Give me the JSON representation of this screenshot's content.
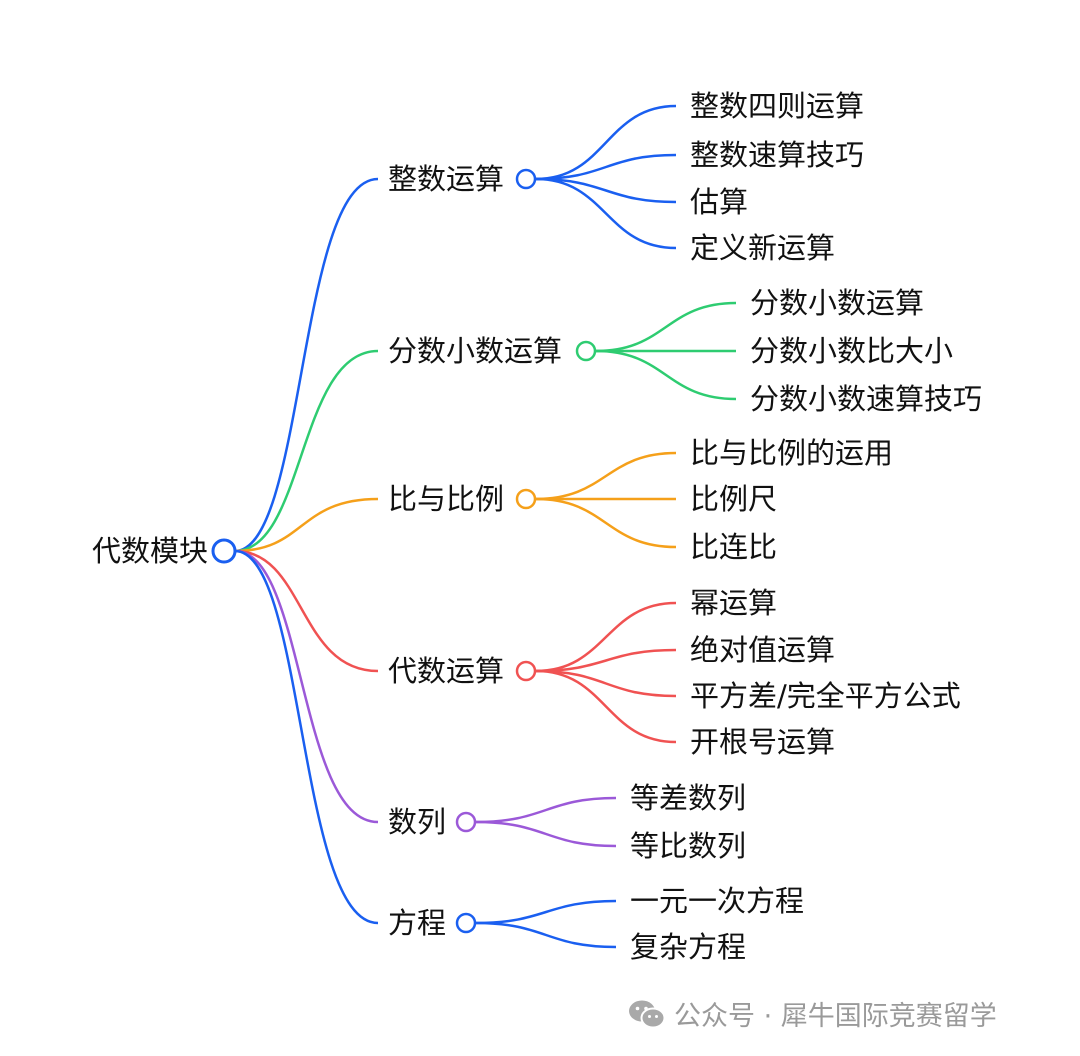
{
  "mindmap": {
    "root": {
      "label": "代数模块",
      "color": "#1a5ff0"
    },
    "branches": [
      {
        "label": "整数运算",
        "color": "#1a5ff0",
        "children": [
          "整数四则运算",
          "整数速算技巧",
          "估算",
          "定义新运算"
        ]
      },
      {
        "label": "分数小数运算",
        "color": "#2ecc71",
        "children": [
          "分数小数运算",
          "分数小数比大小",
          "分数小数速算技巧"
        ]
      },
      {
        "label": "比与比例",
        "color": "#f5a01a",
        "children": [
          "比与比例的运用",
          "比例尺",
          "比连比"
        ]
      },
      {
        "label": "代数运算",
        "color": "#f05252",
        "children": [
          "幂运算",
          "绝对值运算",
          "平方差/完全平方公式",
          "开根号运算"
        ]
      },
      {
        "label": "数列",
        "color": "#9b59d8",
        "children": [
          "等差数列",
          "等比数列"
        ]
      },
      {
        "label": "方程",
        "color": "#1a5ff0",
        "children": [
          "一元一次方程",
          "复杂方程"
        ]
      }
    ]
  },
  "watermark": {
    "icon": "wechat-icon",
    "text": "公众号 · 犀牛国际竞赛留学"
  }
}
